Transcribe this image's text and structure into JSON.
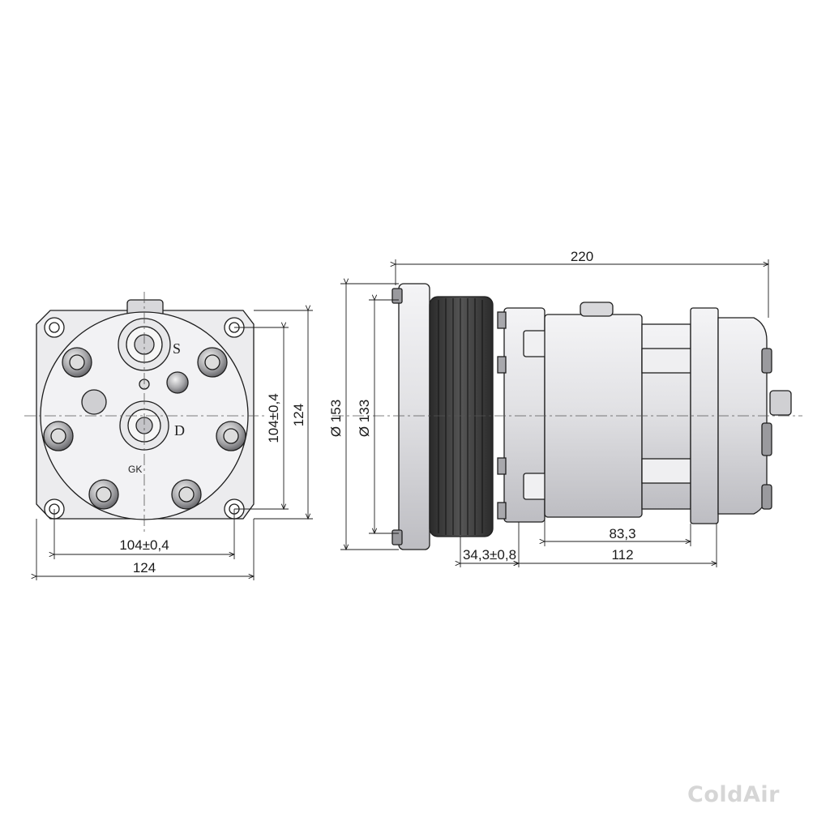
{
  "front_view": {
    "port_suction": "S",
    "port_discharge": "D",
    "mark": "GK",
    "dim_height_inner": "104±0,4",
    "dim_height_outer": "124",
    "dim_width_inner": "104±0,4",
    "dim_width_outer": "124"
  },
  "side_view": {
    "dim_total_length": "220",
    "dim_pulley_dia": "Ø 153",
    "dim_pulley_inner_dia": "Ø 133",
    "dim_pulley_offset": "34,3±0,8",
    "dim_body_length": "112",
    "dim_mount_span": "83,3"
  },
  "watermark": "ColdAir",
  "colors": {
    "line": "#1e1e1e",
    "metal": "#e4e4e6",
    "metal_dark": "#b9b9bd",
    "pulley": "#3a3a3a"
  }
}
